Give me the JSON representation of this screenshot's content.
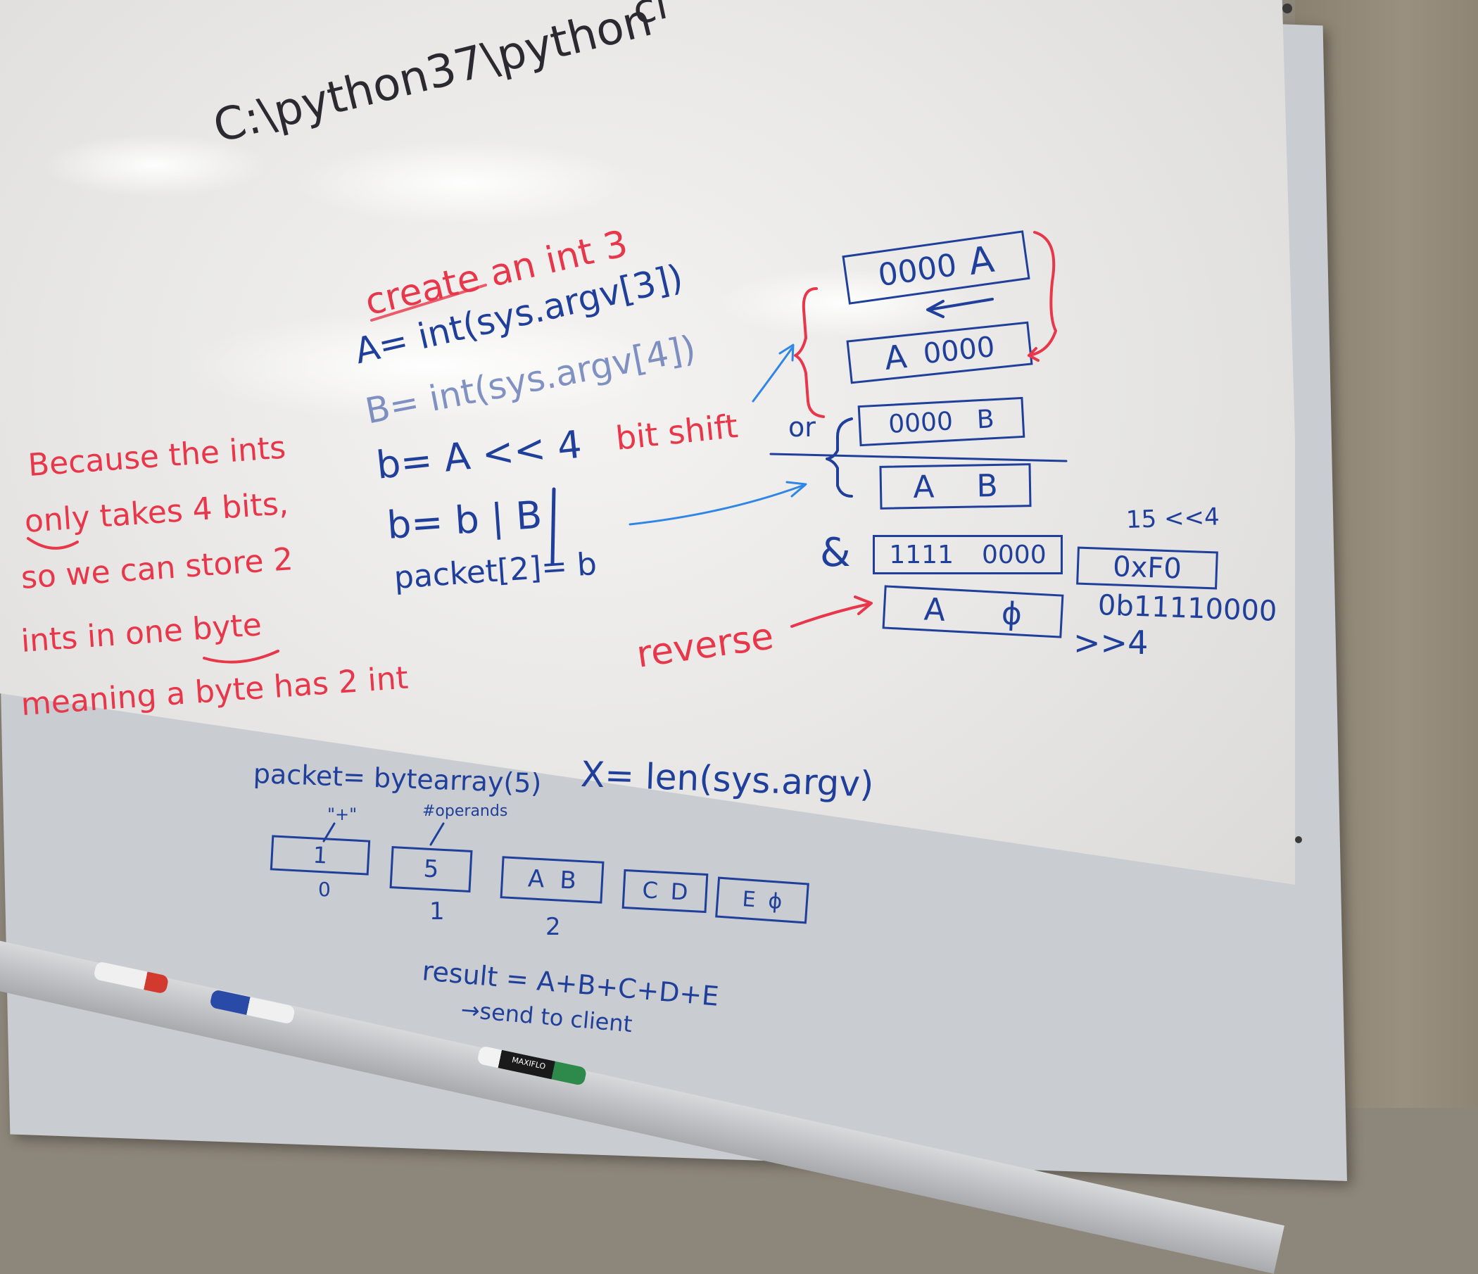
{
  "top": {
    "path_text": "C:\\python37\\python",
    "partial_text": "cl"
  },
  "left_note": {
    "line1": "Because the ints",
    "line2": "only takes 4 bits,",
    "line3": "so we can store 2",
    "line4": "ints in one byte",
    "line5": "meaning a byte has 2 int"
  },
  "code": {
    "heading": "create an int 3",
    "line_a": "A= int(sys.argv[3])",
    "line_b": "B= int(sys.argv[4])",
    "line_shift": "b= A << 4",
    "shift_note": "bit shift",
    "line_or": "b= b | B",
    "line_packet": "packet[2]= b"
  },
  "right_diagram": {
    "box1_left": "0000",
    "box1_right": "A",
    "box2_left": "A",
    "box2_right": "0000",
    "or_label": "or",
    "box3_left": "0000",
    "box3_right": "B",
    "box4_left": "A",
    "box4_right": "B",
    "and_label": "&",
    "mask_left": "1111",
    "mask_right": "0000",
    "hex_box": "0xF0",
    "shift_note": "15 <<4",
    "binary": "0b11110000",
    "box5_left": "A",
    "box5_right": "ϕ",
    "shift_right": ">>4",
    "reverse_label": "reverse"
  },
  "bottom": {
    "packet_line": "packet= bytearray(5)",
    "len_line": "X= len(sys.argv)",
    "plus_label": "\"+\"",
    "operands_label": "#operands",
    "cells": [
      {
        "content": "1",
        "index": "0"
      },
      {
        "content": "5",
        "index": "1"
      },
      {
        "left": "A",
        "right": "B",
        "index": "2"
      },
      {
        "left": "C",
        "right": "D"
      },
      {
        "left": "E",
        "right": "ϕ"
      }
    ],
    "result_line": "result = A+B+C+D+E",
    "send_line": "→send to client"
  },
  "marker_brand": "MAXIFLO",
  "colors": {
    "blue_ink": "#1f3f9a",
    "red_ink": "#e8364a",
    "arrow_blue": "#2f86e6",
    "black_ink": "#2a2a30"
  }
}
